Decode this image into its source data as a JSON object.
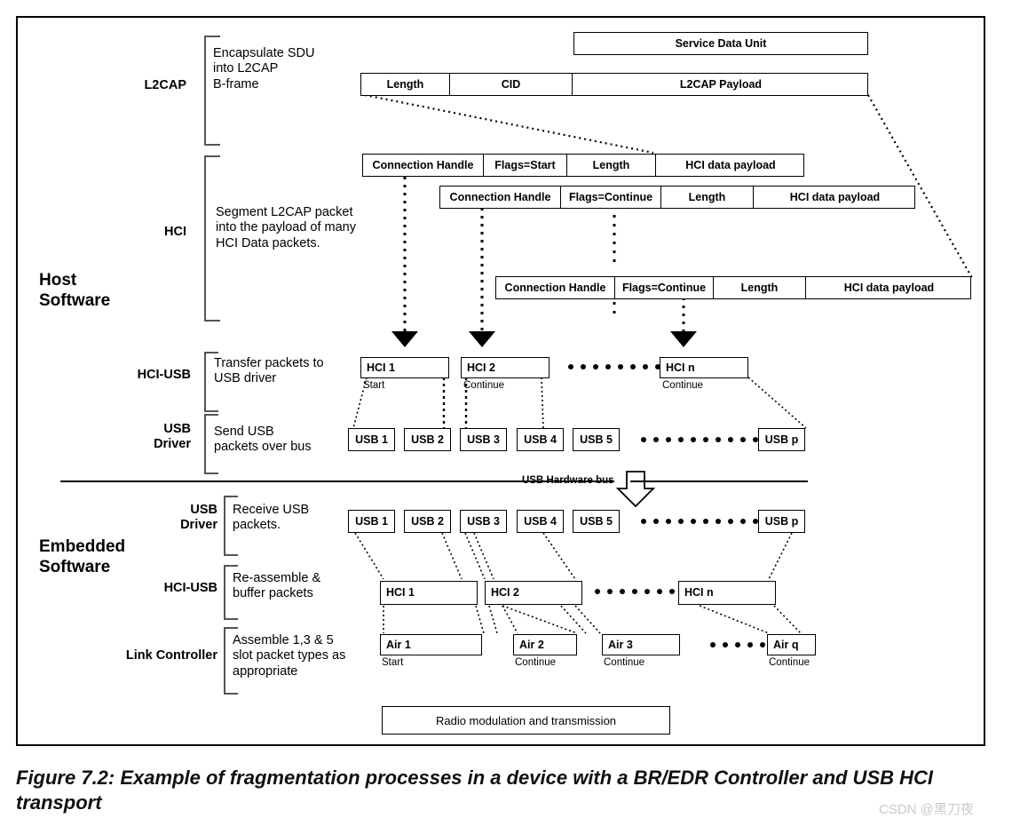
{
  "figure": {
    "caption": "Figure 7.2:  Example of fragmentation processes in a device with a BR/EDR Controller and USB HCI transport",
    "watermark": "CSDN @黑刀夜"
  },
  "sections": {
    "host": "Host\nSoftware",
    "embedded": "Embedded\nSoftware"
  },
  "layers": {
    "l2cap": {
      "label": "L2CAP",
      "desc": "Encapsulate SDU\ninto L2CAP\nB-frame"
    },
    "hci": {
      "label": "HCI",
      "desc": "Segment L2CAP packet\ninto the payload of many\nHCI Data packets."
    },
    "hci_usb_tx": {
      "label": "HCI-USB",
      "desc": "Transfer packets to\nUSB driver"
    },
    "usb_driver_tx": {
      "label": "USB\nDriver",
      "desc": "Send USB\npackets over bus"
    },
    "usb_driver_rx": {
      "label": "USB\nDriver",
      "desc": "Receive USB\npackets."
    },
    "hci_usb_rx": {
      "label": "HCI-USB",
      "desc": "Re-assemble &\nbuffer packets"
    },
    "link_controller": {
      "label": "Link Controller",
      "desc": "Assemble 1,3 & 5\nslot packet types as\nappropriate"
    }
  },
  "sdu": {
    "label": "Service Data Unit"
  },
  "l2cap_frame": {
    "fields": [
      "Length",
      "CID",
      "L2CAP Payload"
    ]
  },
  "hci_packets": [
    {
      "fields": [
        "Connection Handle",
        "Flags=Start",
        "Length",
        "HCI data payload"
      ]
    },
    {
      "fields": [
        "Connection Handle",
        "Flags=Continue",
        "Length",
        "HCI data payload"
      ]
    },
    {
      "fields": [
        "Connection Handle",
        "Flags=Continue",
        "Length",
        "HCI data payload"
      ]
    }
  ],
  "hci_tx_blocks": [
    {
      "label": "HCI 1",
      "note": "Start"
    },
    {
      "label": "HCI 2",
      "note": "Continue"
    },
    {
      "label": "HCI n",
      "note": "Continue"
    }
  ],
  "usb_tx_blocks": [
    {
      "label": "USB 1"
    },
    {
      "label": "USB 2"
    },
    {
      "label": "USB 3"
    },
    {
      "label": "USB 4"
    },
    {
      "label": "USB 5"
    },
    {
      "label": "USB p"
    }
  ],
  "usb_rx_blocks": [
    {
      "label": "USB 1"
    },
    {
      "label": "USB 2"
    },
    {
      "label": "USB 3"
    },
    {
      "label": "USB 4"
    },
    {
      "label": "USB 5"
    },
    {
      "label": "USB p"
    }
  ],
  "hci_rx_blocks": [
    {
      "label": "HCI 1"
    },
    {
      "label": "HCI 2"
    },
    {
      "label": "HCI n"
    }
  ],
  "air_blocks": [
    {
      "label": "Air 1",
      "note": "Start"
    },
    {
      "label": "Air 2",
      "note": "Continue"
    },
    {
      "label": "Air 3",
      "note": "Continue"
    },
    {
      "label": "Air q",
      "note": "Continue"
    }
  ],
  "bus": {
    "label": "USB Hardware bus"
  },
  "radio": {
    "label": "Radio modulation and transmission"
  }
}
